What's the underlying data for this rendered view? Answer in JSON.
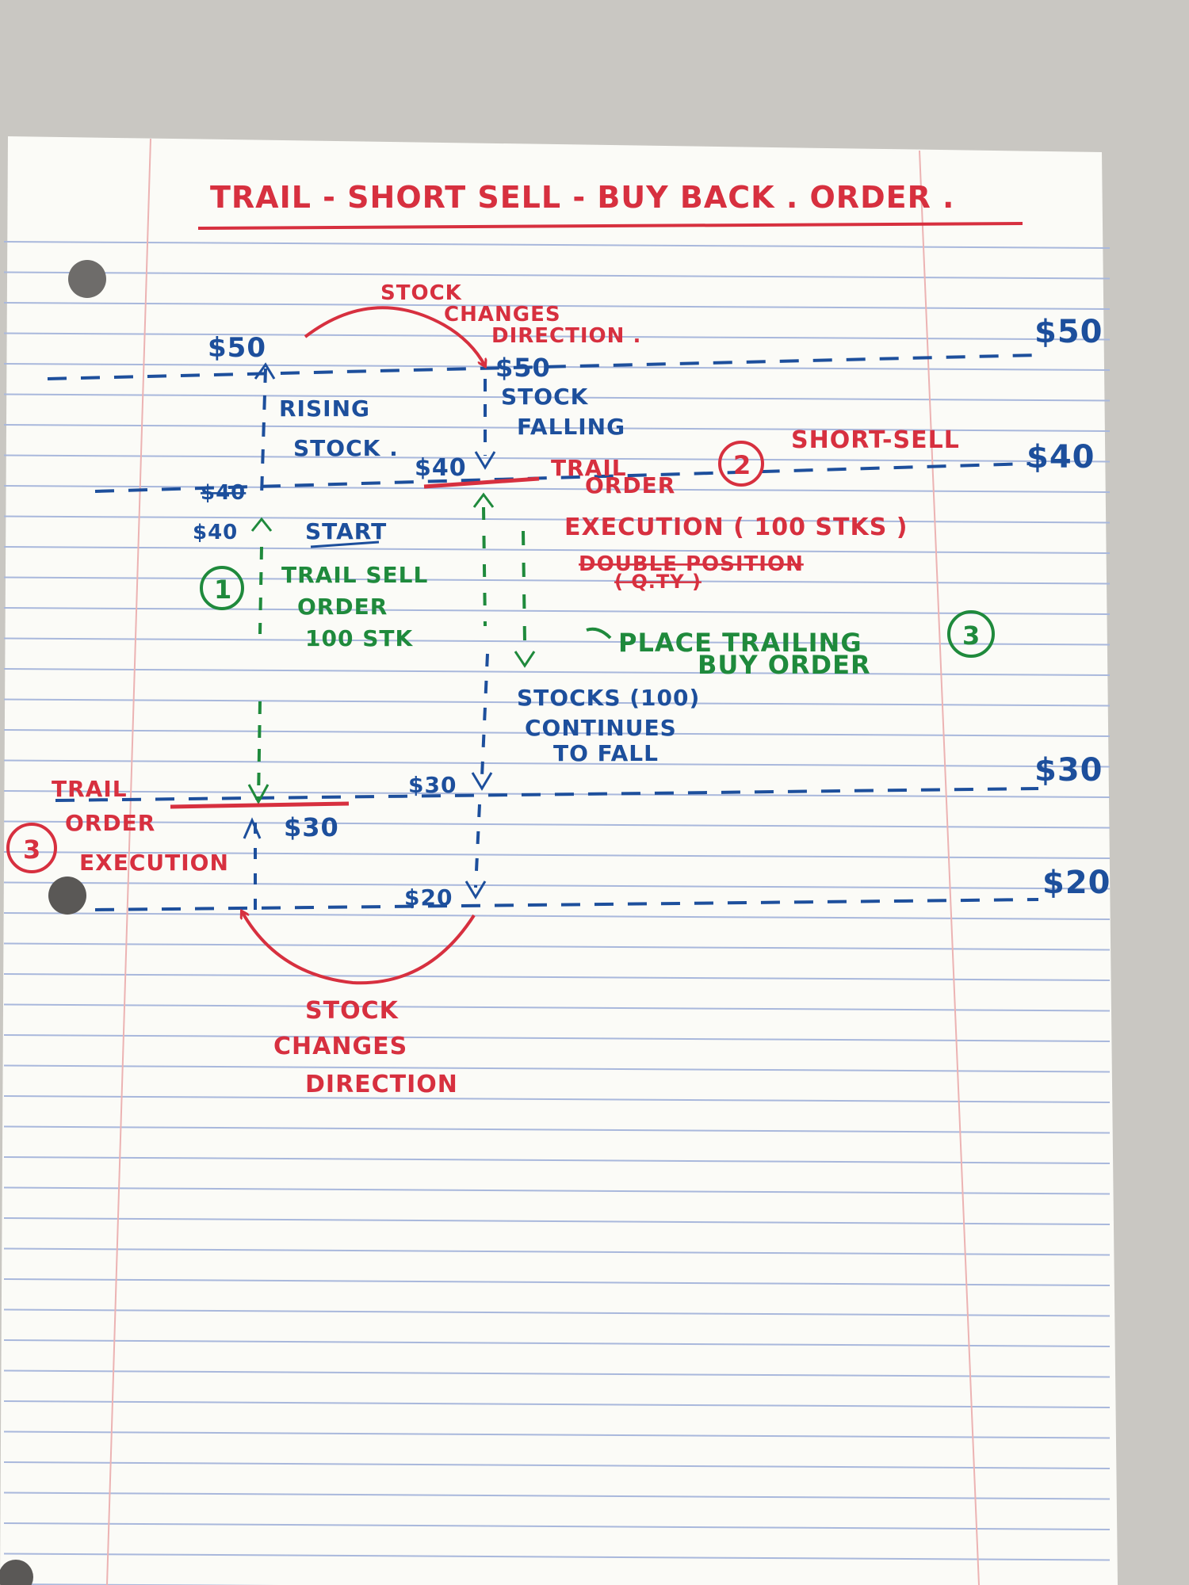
{
  "title": "TRAIL - SHORT SELL - BUY BACK . ORDER .",
  "colors": {
    "red": "#d7303f",
    "blue": "#1d4f9c",
    "green": "#1f8a3c",
    "paper": "#fbfbf7",
    "ruling": "#9fb0d6",
    "margin_line": "#e8a3a3"
  },
  "price_levels": [
    "$50",
    "$40",
    "$30",
    "$20"
  ],
  "points": {
    "left_50": "$50",
    "left_40_struck": "$40",
    "left_40": "$40",
    "left_30": "$30",
    "mid_50": "$50",
    "mid_40": "$40",
    "mid_30": "$30",
    "mid_20": "$20"
  },
  "annotations": {
    "stock_changes_top": [
      "STOCK",
      "CHANGES",
      "DIRECTION ."
    ],
    "rising_stock": [
      "RISING",
      "STOCK ."
    ],
    "stock_falling": [
      "STOCK",
      "FALLING"
    ],
    "start_order": [
      "START",
      "TRAIL SELL",
      "ORDER",
      "100 STK"
    ],
    "trail_order_mid": [
      "TRAIL",
      "ORDER"
    ],
    "short_sell": "SHORT-SELL",
    "execution": "EXECUTION ( 100 STKS )",
    "double_position_struck": "DOUBLE POSITION",
    "qty_struck": "( Q.TY )",
    "place_trailing": "PLACE TRAILING",
    "buy_order": "BUY ORDER",
    "continues": [
      "STOCKS (100)",
      "CONTINUES",
      "TO FALL"
    ],
    "trail_exec_left": [
      "TRAIL",
      "ORDER",
      "EXECUTION"
    ],
    "stock_changes_bottom": [
      "STOCK",
      "CHANGES",
      "DIRECTION"
    ]
  },
  "steps": {
    "step1": "1",
    "step2": "2",
    "step3_right": "3",
    "step3_left": "3"
  },
  "icons": [
    "hole-punch-icon",
    "red-arrow-icon",
    "down-arrow-icon",
    "up-arrow-icon"
  ]
}
